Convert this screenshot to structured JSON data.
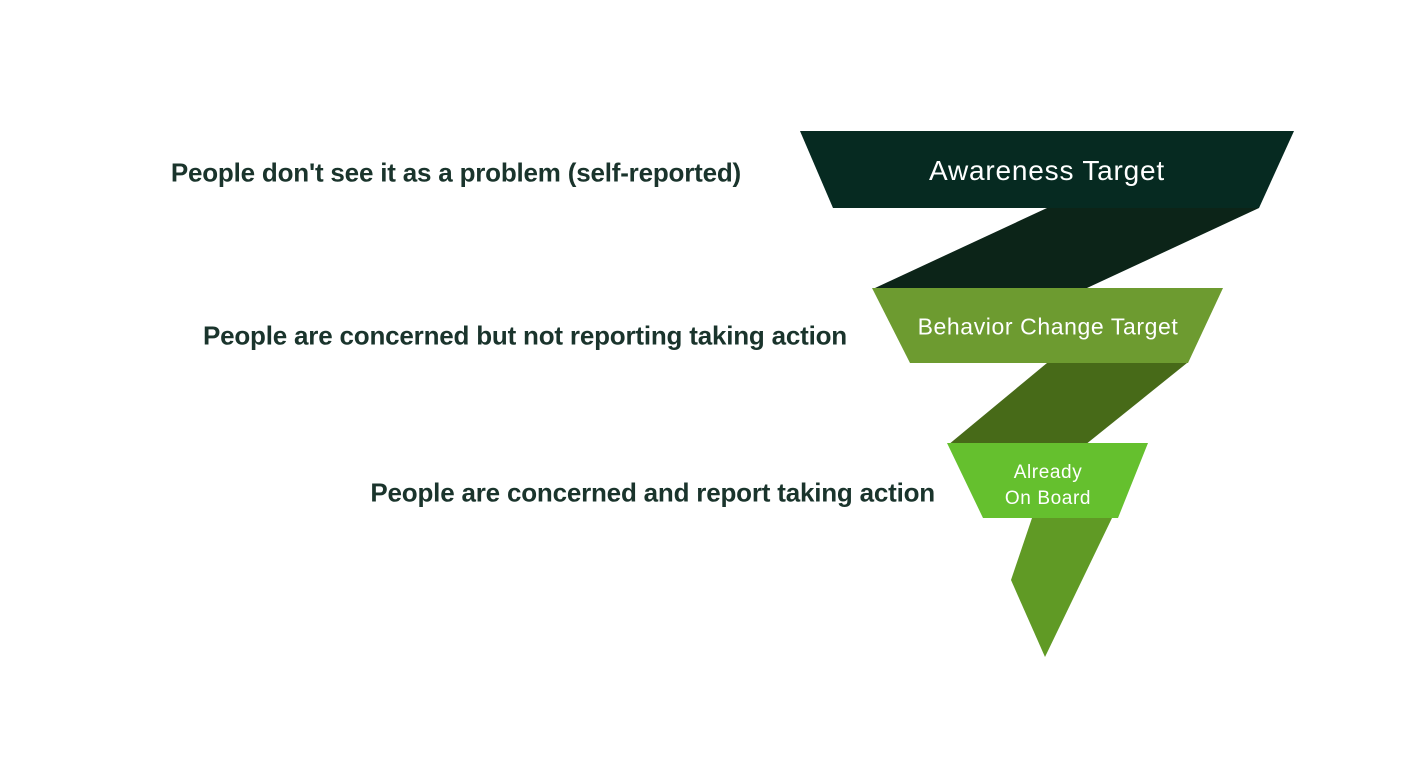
{
  "background_color": "#ffffff",
  "side_labels": {
    "color": "#1a342c",
    "items": [
      {
        "text": "People don't see it as a problem (self-reported)"
      },
      {
        "text": "People are concerned but not reporting taking action"
      },
      {
        "text": "People are concerned and report taking action"
      }
    ]
  },
  "funnel": {
    "text_color": "#ffffff",
    "tiers": [
      {
        "label": "Awareness Target",
        "fill": "#062a21",
        "connector_fill": "#0c2418"
      },
      {
        "label": "Behavior Change Target",
        "fill": "#6d9b30",
        "connector_fill": "#476a18"
      },
      {
        "label_line1": "Already",
        "label_line2": "On Board",
        "fill": "#65c02e",
        "tail_fill": "#609a25"
      }
    ]
  }
}
